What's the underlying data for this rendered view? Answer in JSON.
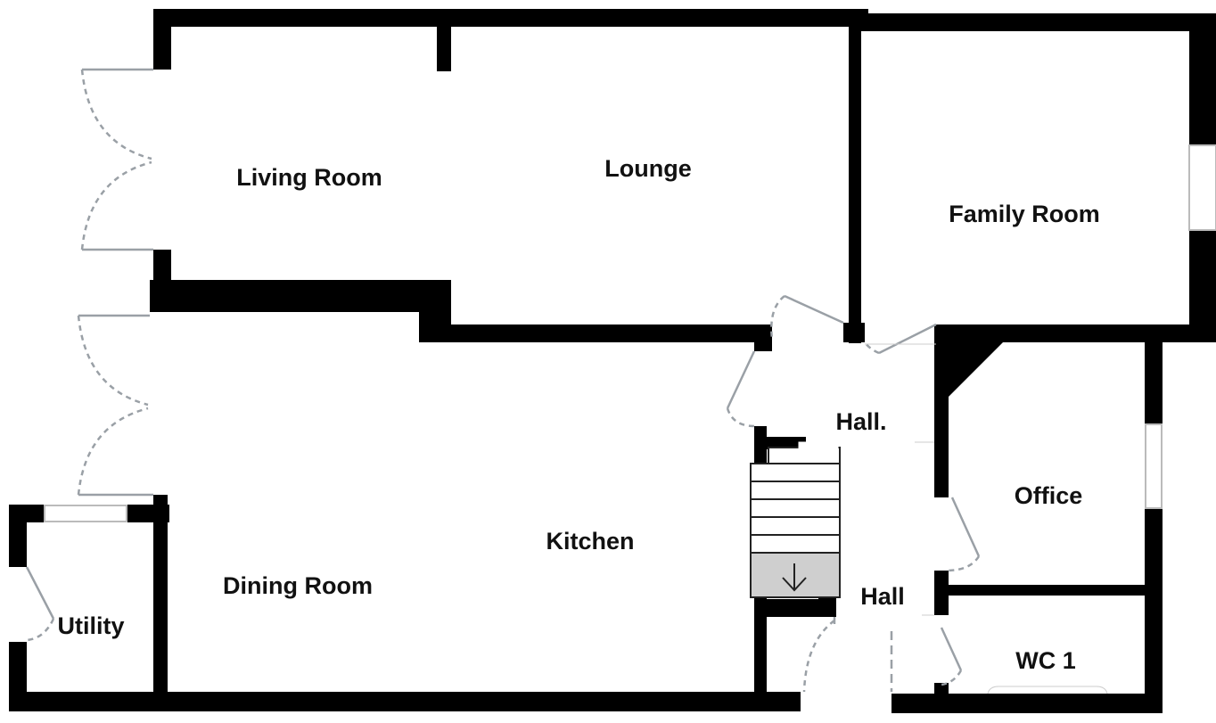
{
  "floorplan": {
    "rooms": {
      "living_room": "Living Room",
      "lounge": "Lounge",
      "family_room": "Family Room",
      "hall_upper": "Hall.",
      "office": "Office",
      "kitchen": "Kitchen",
      "dining_room": "Dining Room",
      "hall_lower": "Hall",
      "utility": "Utility",
      "wc": "WC 1"
    },
    "colors": {
      "wall": "#000000",
      "door_swing": "#9aa0a6",
      "stairs_fill": "#c8c8c8",
      "background": "#ffffff"
    },
    "stairs": {
      "direction": "down"
    }
  }
}
